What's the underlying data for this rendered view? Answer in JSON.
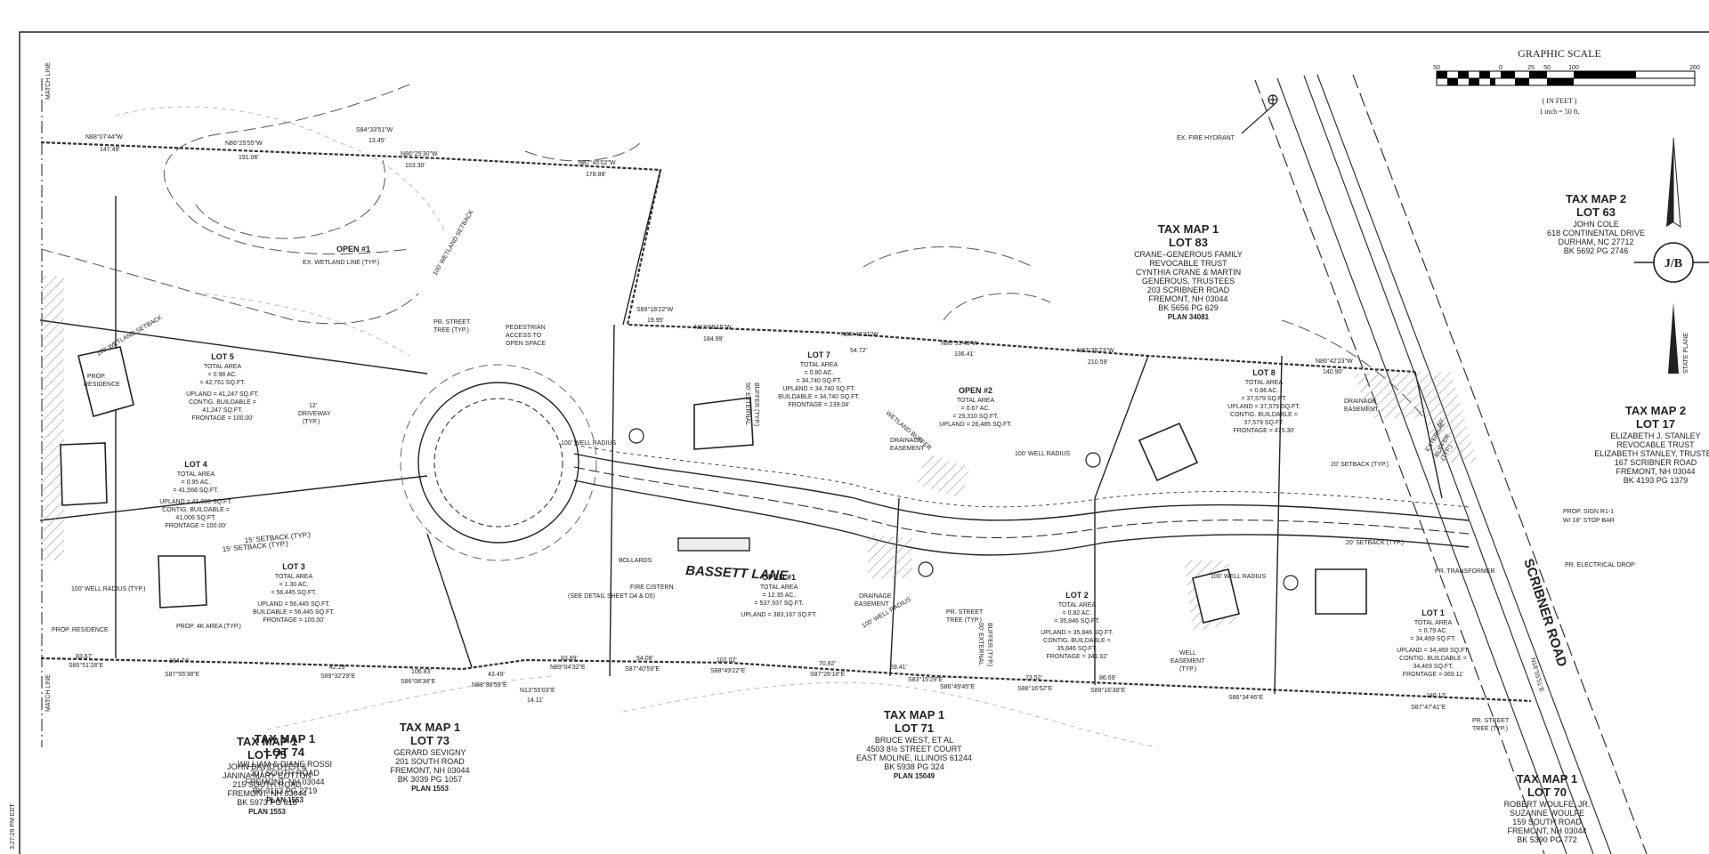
{
  "graphic_scale": {
    "title": "GRAPHIC SCALE",
    "ticks": [
      "50",
      "0",
      "25",
      "50",
      "100",
      "200"
    ],
    "unit": "( IN FEET )",
    "ratio": "1 inch = 50  ft."
  },
  "logo": {
    "text": "J/B"
  },
  "north_arrow": {
    "label": "STATE PLANE"
  },
  "side_text": {
    "match_line": "MATCH LINE",
    "timestamp": "3:27:29 PM EDT"
  },
  "road": {
    "name": "BASSETT LANE",
    "scribner": "SCRIBNER ROAD"
  },
  "owners": [
    {
      "key": "tm1-75",
      "title": "TAX MAP 1",
      "lot": "LOT 75",
      "lines": [
        "JOHN DAVID DYER &",
        "JANINA MARY COTTON",
        "215 SOUTH ROAD",
        "FREMONT, NH  03044",
        "BK 5973 PG 818"
      ],
      "plan": "PLAN 1553"
    },
    {
      "key": "tm1-74",
      "title": "TAX MAP 1",
      "lot": "LOT 74",
      "lines": [
        "WILLIAM & DIANE ROSSI",
        "207 SOUTH ROAD",
        "FREMONT, NH  03044",
        "BK 3163 PG 2719"
      ],
      "plan": "PLAN 1553"
    },
    {
      "key": "tm1-73",
      "title": "TAX MAP 1",
      "lot": "LOT 73",
      "lines": [
        "GERARD SEVIGNY",
        "201 SOUTH ROAD",
        "FREMONT, NH  03044",
        "BK 3039 PG 1057"
      ],
      "plan": "PLAN 1553"
    },
    {
      "key": "tm1-71",
      "title": "TAX MAP 1",
      "lot": "LOT 71",
      "lines": [
        "BRUCE WEST, ET AL",
        "4503 8½ STREET COURT",
        "EAST MOLINE, ILLINOIS 61244",
        "BK 5938 PG 324"
      ],
      "plan": "PLAN 15049"
    },
    {
      "key": "tm1-70",
      "title": "TAX MAP 1",
      "lot": "LOT 70",
      "lines": [
        "ROBERT WOULFE, JR.",
        "SUZANNE WOULFE",
        "159 SOUTH ROAD",
        "FREMONT, NH  03044",
        "BK 5390 PG 772"
      ],
      "plan": ""
    },
    {
      "key": "tm1-83",
      "title": "TAX MAP 1",
      "lot": "LOT 83",
      "lines": [
        "CRANE–GENEROUS FAMILY",
        "REVOCABLE TRUST",
        "CYNTHIA CRANE & MARTIN",
        "GENEROUS, TRUSTEES",
        "203 SCRIBNER ROAD",
        "FREMONT, NH  03044",
        "BK 5656 PG 629"
      ],
      "plan": "PLAN 34081"
    },
    {
      "key": "tm2-63",
      "title": "TAX MAP 2",
      "lot": "LOT 63",
      "lines": [
        "JOHN COLE",
        "618 CONTINENTAL DRIVE",
        "DURHAM, NC  27712",
        "BK 5692 PG 2746"
      ],
      "plan": ""
    },
    {
      "key": "tm2-17",
      "title": "TAX MAP 2",
      "lot": "LOT 17",
      "lines": [
        "ELIZABETH J. STANLEY",
        "REVOCABLE TRUST",
        "ELIZABETH STANLEY, TRUSTEE",
        "167 SCRIBNER ROAD",
        "FREMONT, NH  03044",
        "BK 4193 PG 1379"
      ],
      "plan": ""
    }
  ],
  "lots": [
    {
      "key": "lot5",
      "title": "LOT 5",
      "lines": [
        "TOTAL AREA",
        "= 0.98 AC.",
        "= 42,761 SQ.FT.",
        "",
        "UPLAND = 41,247 SQ.FT.",
        "CONTIG. BUILDABLE =",
        "41,247 SQ.FT.",
        "FRONTAGE = 100.00'"
      ]
    },
    {
      "key": "lot4",
      "title": "LOT 4",
      "lines": [
        "TOTAL AREA",
        "= 0.95 AC.",
        "= 41,568 SQ.FT.",
        "",
        "UPLAND = 41,006 SQ.FT.",
        "CONTIG. BUILDABLE =",
        "41,006 SQ.FT.",
        "FRONTAGE = 100.00'"
      ]
    },
    {
      "key": "lot3",
      "title": "LOT 3",
      "lines": [
        "TOTAL AREA",
        "= 1.30 AC.",
        "= 56,445 SQ.FT.",
        "",
        "UPLAND = 56,445 SQ.FT.",
        "BUILDABLE = 56,445 SQ.FT.",
        "FRONTAGE = 100.00'"
      ]
    },
    {
      "key": "lot7",
      "title": "LOT 7",
      "lines": [
        "TOTAL AREA",
        "= 0.80 AC.",
        "= 34,740 SQ.FT.",
        "UPLAND = 34,740 SQ.FT.",
        "BUILDABLE = 34,740 SQ.FT.",
        "FRONTAGE = 239.04'"
      ]
    },
    {
      "key": "open2",
      "title": "OPEN #2",
      "lines": [
        "TOTAL AREA",
        "= 0.67 AC.",
        "= 29,310 SQ.FT.",
        "UPLAND = 26,485 SQ.FT."
      ]
    },
    {
      "key": "lot8",
      "title": "LOT 8",
      "lines": [
        "TOTAL AREA",
        "= 0.86 AC.",
        "= 37,579 SQ.FT.",
        "UPLAND = 37,579 SQ.FT.",
        "CONTIG. BUILDABLE =",
        "37,579 SQ.FT.",
        "FRONTAGE = 475.30'"
      ]
    },
    {
      "key": "open1b",
      "title": "OPEN #1",
      "lines": [
        "TOTAL AREA",
        "= 12.35 AC.",
        "= 537,937 SQ.FT.",
        "",
        "UPLAND = 383,167 SQ.FT."
      ]
    },
    {
      "key": "lot2",
      "title": "LOT 2",
      "lines": [
        "TOTAL AREA",
        "= 0.82 AC.",
        "= 35,846 SQ.FT.",
        "",
        "UPLAND = 35,846 SQ.FT.",
        "CONTIG. BUILDABLE =",
        "35,846 SQ.FT.",
        "FRONTAGE = 341.02'"
      ]
    },
    {
      "key": "lot1",
      "title": "LOT 1",
      "lines": [
        "TOTAL AREA",
        "= 0.79 AC.",
        "= 34,469 SQ.FT.",
        "",
        "UPLAND = 34,469 SQ.FT.",
        "CONTIG. BUILDABLE =",
        "34,469 SQ.FT.",
        "FRONTAGE = 369.11'"
      ]
    }
  ],
  "bearings": [
    {
      "key": "b1",
      "text": "N88°07'44\"W"
    },
    {
      "key": "b2",
      "text": "147.49'"
    },
    {
      "key": "b3",
      "text": "N86°25'55\"W"
    },
    {
      "key": "b4",
      "text": "191.06'"
    },
    {
      "key": "b5",
      "text": "S84°33'51\"W"
    },
    {
      "key": "b6",
      "text": "13.45'"
    },
    {
      "key": "b7",
      "text": "N86°25'30\"W"
    },
    {
      "key": "b8",
      "text": "103.30'"
    },
    {
      "key": "b9",
      "text": "N87°45'02\"W"
    },
    {
      "key": "b10",
      "text": "178.88'"
    },
    {
      "key": "b11",
      "text": "S89°18'22\"W"
    },
    {
      "key": "b12",
      "text": "19.95'"
    },
    {
      "key": "b13",
      "text": "N87°08'15\"W"
    },
    {
      "key": "b14",
      "text": "184.99'"
    },
    {
      "key": "b15",
      "text": "N85°40'21\"W"
    },
    {
      "key": "b16",
      "text": "54.72'"
    },
    {
      "key": "b17",
      "text": "N86°53'43\"W"
    },
    {
      "key": "b18",
      "text": "136.41'"
    },
    {
      "key": "b19",
      "text": "N87°35'23\"W"
    },
    {
      "key": "b20",
      "text": "210.59'"
    },
    {
      "key": "b21",
      "text": "N86°42'23\"W"
    },
    {
      "key": "b22",
      "text": "140.90'"
    },
    {
      "key": "b23",
      "text": "83.67'"
    },
    {
      "key": "b24",
      "text": "S85°51'28\"E"
    },
    {
      "key": "b25",
      "text": "164.74'"
    },
    {
      "key": "b26",
      "text": "S87°55'38\"E"
    },
    {
      "key": "b27",
      "text": "42.19'"
    },
    {
      "key": "b28",
      "text": "S89°32'29\"E"
    },
    {
      "key": "b29",
      "text": "106.83'"
    },
    {
      "key": "b30",
      "text": "S86°08'38\"E"
    },
    {
      "key": "b31",
      "text": "43.49'"
    },
    {
      "key": "b32",
      "text": "N88°38'59\"E"
    },
    {
      "key": "b33",
      "text": "83.89'"
    },
    {
      "key": "b34",
      "text": "N89°04'32\"E"
    },
    {
      "key": "b35",
      "text": "N13°55'03\"E"
    },
    {
      "key": "b36",
      "text": "14.11'"
    },
    {
      "key": "b37",
      "text": "54.08'"
    },
    {
      "key": "b38",
      "text": "S87°40'59\"E"
    },
    {
      "key": "b39",
      "text": "102.02'"
    },
    {
      "key": "b40",
      "text": "S88°49'22\"E"
    },
    {
      "key": "b41",
      "text": "70.82'"
    },
    {
      "key": "b42",
      "text": "S87°26'18\"E"
    },
    {
      "key": "b43",
      "text": "59.41'"
    },
    {
      "key": "b44",
      "text": "S83°15'29\"E"
    },
    {
      "key": "b45",
      "text": "S86°49'45\"E"
    },
    {
      "key": "b46",
      "text": "73.52'"
    },
    {
      "key": "b47",
      "text": "S88°16'52\"E"
    },
    {
      "key": "b48",
      "text": "86.69'"
    },
    {
      "key": "b49",
      "text": "S89°16'38\"E"
    },
    {
      "key": "b50",
      "text": "S86°34'46\"E"
    },
    {
      "key": "b51",
      "text": "180.12'"
    },
    {
      "key": "b52",
      "text": "S87°47'41\"E"
    },
    {
      "key": "b53",
      "text": "N18°55'51\"E"
    }
  ],
  "notes": [
    {
      "key": "n1",
      "text": "OPEN #1",
      "cls": "label bold"
    },
    {
      "key": "n2",
      "text": "EX. WETLAND LINE (TYP.)",
      "cls": "tiny"
    },
    {
      "key": "n3",
      "text": "100' WETLAND SETBACK",
      "cls": "tiny"
    },
    {
      "key": "n4",
      "text": "100' WETLAND SETBACK",
      "cls": "tiny"
    },
    {
      "key": "n5",
      "text": "PR. STREET",
      "cls": "tiny"
    },
    {
      "key": "n6",
      "text": "TREE (TYP.)",
      "cls": "tiny"
    },
    {
      "key": "n7",
      "text": "PEDESTRIAN",
      "cls": "tiny"
    },
    {
      "key": "n8",
      "text": "ACCESS TO",
      "cls": "tiny"
    },
    {
      "key": "n9",
      "text": "OPEN SPACE",
      "cls": "tiny"
    },
    {
      "key": "n10",
      "text": "PROP.",
      "cls": "tiny"
    },
    {
      "key": "n11",
      "text": "RESIDENCE",
      "cls": "tiny"
    },
    {
      "key": "n12",
      "text": "12'",
      "cls": "tiny"
    },
    {
      "key": "n13",
      "text": "DRIVEWAY",
      "cls": "tiny"
    },
    {
      "key": "n14",
      "text": "(TYP.)",
      "cls": "tiny"
    },
    {
      "key": "n15",
      "text": "15' SETBACK (TYP.)",
      "cls": "small"
    },
    {
      "key": "n16",
      "text": "15' SETBACK (TYP.)",
      "cls": "small"
    },
    {
      "key": "n17",
      "text": "100' WELL RADIUS (TYP.)",
      "cls": "tiny"
    },
    {
      "key": "n18",
      "text": "PROP. RESIDENCE",
      "cls": "tiny"
    },
    {
      "key": "n19",
      "text": "PROP. 4K AREA (TYP.)",
      "cls": "tiny"
    },
    {
      "key": "n20",
      "text": "100' WELL RADIUS",
      "cls": "tiny"
    },
    {
      "key": "n21",
      "text": "BOLLARDS",
      "cls": "tiny"
    },
    {
      "key": "n22",
      "text": "FIRE CISTERN",
      "cls": "tiny"
    },
    {
      "key": "n23",
      "text": "(SEE DETAIL SHEET D4 & D5)",
      "cls": "tiny"
    },
    {
      "key": "n24",
      "text": "50' EXTERNAL",
      "cls": "tiny"
    },
    {
      "key": "n25",
      "text": "BUFFER (TYP.)",
      "cls": "tiny"
    },
    {
      "key": "n26",
      "text": "DRAINAGE",
      "cls": "tiny"
    },
    {
      "key": "n27",
      "text": "EASEMENT",
      "cls": "tiny"
    },
    {
      "key": "n28",
      "text": "WETLAND BUFFER",
      "cls": "tiny"
    },
    {
      "key": "n29",
      "text": "100' WELL RADIUS",
      "cls": "tiny"
    },
    {
      "key": "n30",
      "text": "DRAINAGE",
      "cls": "tiny"
    },
    {
      "key": "n31",
      "text": "EASEMENT",
      "cls": "tiny"
    },
    {
      "key": "n32",
      "text": "20' SETBACK (TYP.)",
      "cls": "tiny"
    },
    {
      "key": "n33",
      "text": "20' SETBACK (TYP.)",
      "cls": "tiny"
    },
    {
      "key": "n34",
      "text": "DRAINAGE",
      "cls": "tiny"
    },
    {
      "key": "n35",
      "text": "EASEMENT",
      "cls": "tiny"
    },
    {
      "key": "n36",
      "text": "100' WELL RADIUS",
      "cls": "tiny"
    },
    {
      "key": "n37",
      "text": "PR. STREET",
      "cls": "tiny"
    },
    {
      "key": "n38",
      "text": "TREE (TYP.)",
      "cls": "tiny"
    },
    {
      "key": "n39",
      "text": "50' EXTERNAL",
      "cls": "tiny"
    },
    {
      "key": "n40",
      "text": "BUFFER (TYP.)",
      "cls": "tiny"
    },
    {
      "key": "n41",
      "text": "WELL",
      "cls": "tiny"
    },
    {
      "key": "n42",
      "text": "EASEMENT",
      "cls": "tiny"
    },
    {
      "key": "n43",
      "text": "(TYP.)",
      "cls": "tiny"
    },
    {
      "key": "n44",
      "text": "100' WELL RADIUS",
      "cls": "tiny"
    },
    {
      "key": "n45",
      "text": "PR. TRANSFORMER",
      "cls": "tiny"
    },
    {
      "key": "n46",
      "text": "PROP. SIGN R1-1",
      "cls": "tiny"
    },
    {
      "key": "n47",
      "text": "W/ 18\" STOP BAR",
      "cls": "tiny"
    },
    {
      "key": "n48",
      "text": "PR. ELECTRICAL DROP",
      "cls": "tiny"
    },
    {
      "key": "n49",
      "text": "EX. FIRE HYDRANT",
      "cls": "tiny"
    },
    {
      "key": "n50",
      "text": "PR. STREET",
      "cls": "tiny"
    },
    {
      "key": "n51",
      "text": "TREE (TYP.)",
      "cls": "tiny"
    },
    {
      "key": "n52",
      "text": "50'",
      "cls": "tiny"
    },
    {
      "key": "n53",
      "text": "EXTERNAL",
      "cls": "tiny"
    },
    {
      "key": "n54",
      "text": "BUFFER",
      "cls": "tiny"
    },
    {
      "key": "n55",
      "text": "(TYP.)",
      "cls": "tiny"
    }
  ]
}
